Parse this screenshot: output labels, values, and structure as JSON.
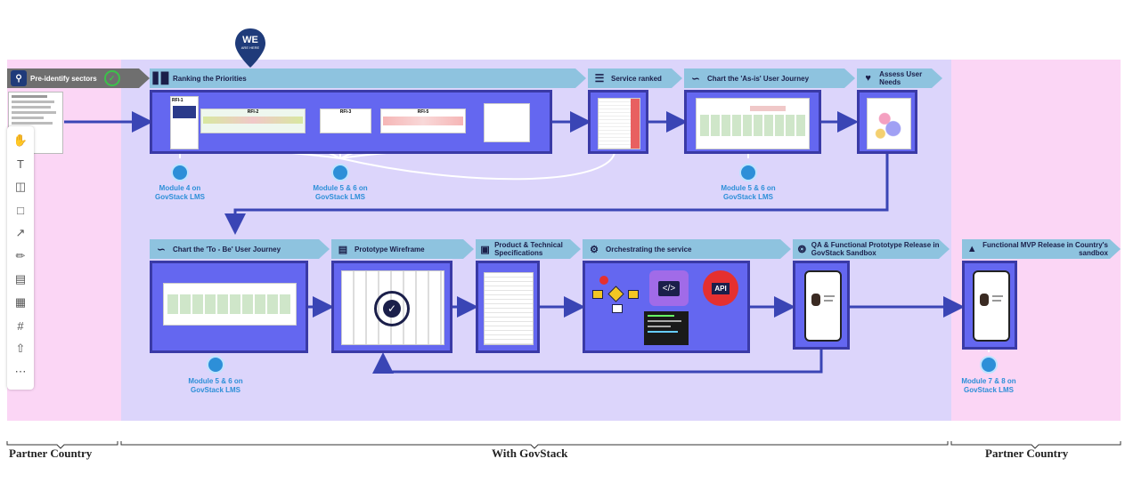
{
  "zones": {
    "left_label": "Partner Country",
    "middle_label": "With GovStack",
    "right_label": "Partner Country"
  },
  "marker": {
    "line1": "WE",
    "line2": "ARE HERE"
  },
  "stages": {
    "pre_identify": "Pre-identify sectors",
    "ranking": "Ranking the Priorities",
    "service_ranked": "Service ranked",
    "as_is": "Chart the 'As-is' User Journey",
    "assess": "Assess User Needs",
    "to_be": "Chart the 'To - Be' User Journey",
    "wireframe": "Prototype Wireframe",
    "specs": "Product & Technical Specifications",
    "orchestrating": "Orchestrating the service",
    "qa": "QA & Functional Prototype Release in GovStack Sandbox",
    "mvp": "Functional MVP Release in Country's sandbox"
  },
  "rfi": {
    "r1": "RFI-1",
    "r2": "RFI-2",
    "r3": "RFI-3",
    "r5": "RFI-5"
  },
  "modules": {
    "m4": "Module 4 on GovStack LMS",
    "m56_a": "Module 5 & 6 on GovStack LMS",
    "m56_b": "Module 5 & 6 on GovStack LMS",
    "m56_c": "Module 5 & 6 on GovStack LMS",
    "m78": "Module 7 & 8 on GovStack LMS"
  },
  "orchestration": {
    "api_label": "API",
    "code_label": "</>"
  },
  "icons": [
    "search-icon",
    "check-circle-icon",
    "bar-chart-icon",
    "list-icon",
    "route-icon",
    "hand-heart-icon",
    "window-icon",
    "cube-icon",
    "gear-icon",
    "badge-icon",
    "rocket-icon",
    "lms-icon"
  ],
  "colors": {
    "pink_zone": "#fbd6f5",
    "govstack_zone": "#dcd5fb",
    "header": "#8ec3df",
    "box": "#6467f0",
    "flow_line": "#3a45b5",
    "lms": "#2d8fd8"
  }
}
